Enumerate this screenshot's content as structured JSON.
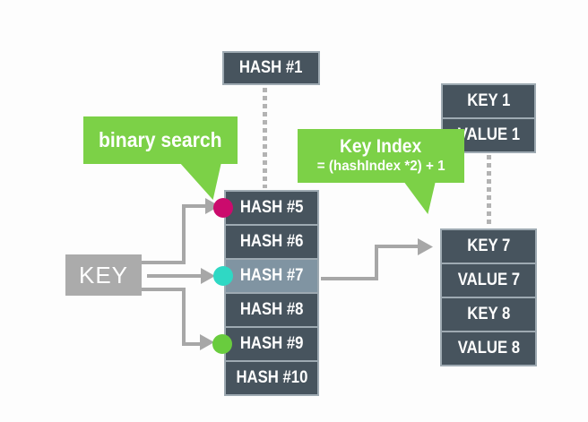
{
  "diagram": {
    "hash1_label": "HASH #1",
    "binary_search_bubble": "binary search",
    "key_index_bubble": {
      "title": "Key Index",
      "formula": "= (hashIndex *2) + 1"
    },
    "key_box_label": "KEY",
    "hash_stack": [
      {
        "label": "HASH #5",
        "marker": "magenta",
        "highlighted": false
      },
      {
        "label": "HASH #6",
        "marker": null,
        "highlighted": false
      },
      {
        "label": "HASH #7",
        "marker": "cyan",
        "highlighted": true
      },
      {
        "label": "HASH #8",
        "marker": null,
        "highlighted": false
      },
      {
        "label": "HASH #9",
        "marker": "green",
        "highlighted": false
      },
      {
        "label": "HASH #10",
        "marker": null,
        "highlighted": false
      }
    ],
    "kv_top": [
      {
        "label": "KEY 1"
      },
      {
        "label": "VALUE 1"
      }
    ],
    "kv_bottom": [
      {
        "label": "KEY 7"
      },
      {
        "label": "VALUE 7"
      },
      {
        "label": "KEY 8"
      },
      {
        "label": "VALUE 8"
      }
    ],
    "colors": {
      "box_dark": "#47545E",
      "box_highlight": "#8094A2",
      "box_border": "#9EAAB2",
      "bubble_green": "#7CD147",
      "marker_magenta": "#CB0B6D",
      "marker_cyan": "#2FD8C4",
      "marker_green": "#69CC3E",
      "key_box_gray": "#ABABAB",
      "arrow_gray": "#A7A7A7",
      "dotted_gray": "#B3B3B3",
      "text_white": "#FFFFFF"
    }
  }
}
